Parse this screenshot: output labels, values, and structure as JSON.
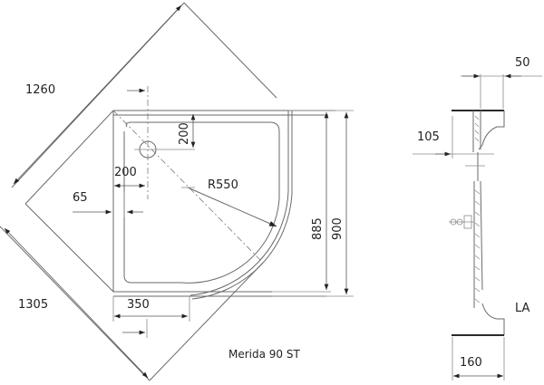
{
  "plan_view": {
    "diagonal_top_label": "1260",
    "diagonal_bottom_label": "1305",
    "drain_offset_y_label": "200",
    "drain_offset_x_label": "200",
    "rim_width_label": "65",
    "radius_label": "R550",
    "inner_depth_label": "885",
    "outer_depth_label": "900",
    "bottom_offset_label": "350"
  },
  "section_view": {
    "top_width_label": "50",
    "top_height_label": "105",
    "bottom_width_label": "160",
    "leg_label": "LA"
  },
  "caption": "Merida 90 ST",
  "colors": {
    "line": "#6a6a6a",
    "text": "#222222",
    "background": "#ffffff"
  }
}
